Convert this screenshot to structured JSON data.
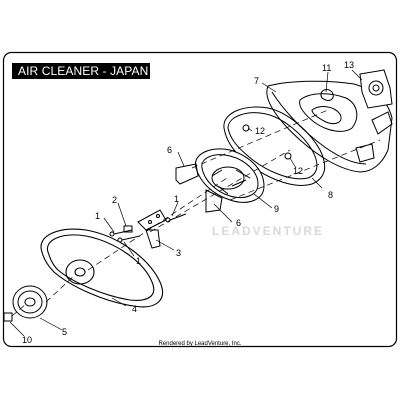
{
  "title": "AIR CLEANER - JAPAN",
  "footer": "Rendered by LeadVenture, Inc.",
  "watermark": "LEADVENTURE",
  "callouts": [
    "1",
    "2",
    "1",
    "3",
    "1",
    "4",
    "5",
    "10",
    "6",
    "6",
    "7",
    "8",
    "9",
    "11",
    "12",
    "12",
    "13"
  ],
  "colors": {
    "line": "#000000",
    "title_background": "#000000",
    "title_text": "#ffffff",
    "watermark": "#d9d9d9"
  }
}
